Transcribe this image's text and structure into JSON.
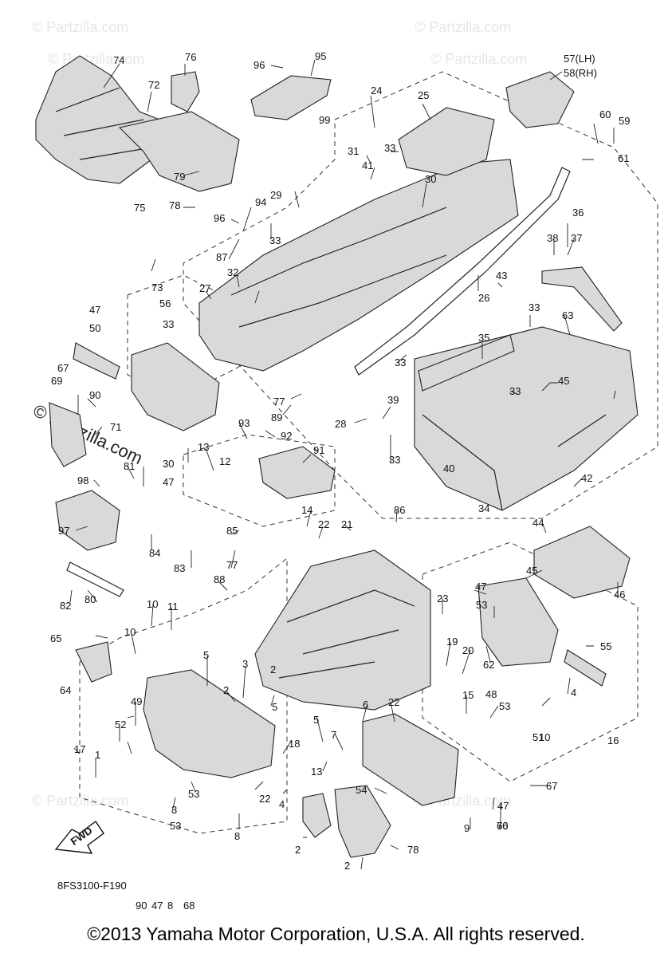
{
  "watermark": "© Partzilla.com",
  "diagram_code": "8FS3100-F190",
  "fwd_label": "FWD",
  "copyright": "©2013 Yamaha Motor Corporation, U.S.A. All rights reserved.",
  "callouts": [
    "74",
    "76",
    "72",
    "96",
    "95",
    "24",
    "57(LH)",
    "58(RH)",
    "25",
    "99",
    "60",
    "59",
    "61",
    "79",
    "78",
    "31",
    "33",
    "41",
    "30",
    "75",
    "94",
    "96",
    "29",
    "36",
    "38",
    "37",
    "87",
    "33",
    "27",
    "32",
    "73",
    "26",
    "43",
    "47",
    "50",
    "56",
    "33",
    "33",
    "63",
    "67",
    "35",
    "69",
    "33",
    "90",
    "71",
    "45",
    "33",
    "77",
    "33",
    "89",
    "28",
    "39",
    "93",
    "92",
    "13",
    "12",
    "91",
    "30",
    "47",
    "81",
    "98",
    "42",
    "97",
    "14",
    "86",
    "22",
    "21",
    "85",
    "84",
    "40",
    "34",
    "44",
    "83",
    "77",
    "88",
    "45",
    "46",
    "47",
    "53",
    "82",
    "80",
    "23",
    "55",
    "10",
    "11",
    "65",
    "10",
    "19",
    "20",
    "62",
    "5",
    "3",
    "2",
    "64",
    "2",
    "4",
    "49",
    "5",
    "6",
    "22",
    "15",
    "48",
    "53",
    "51",
    "52",
    "5",
    "7",
    "18",
    "17",
    "13",
    "1",
    "10",
    "16",
    "54",
    "47",
    "67",
    "22",
    "53",
    "3",
    "66",
    "9",
    "2",
    "4",
    "53",
    "78",
    "70",
    "8",
    "2",
    "90",
    "47",
    "8",
    "68"
  ],
  "icons": [
    "fwd-arrow-icon"
  ]
}
